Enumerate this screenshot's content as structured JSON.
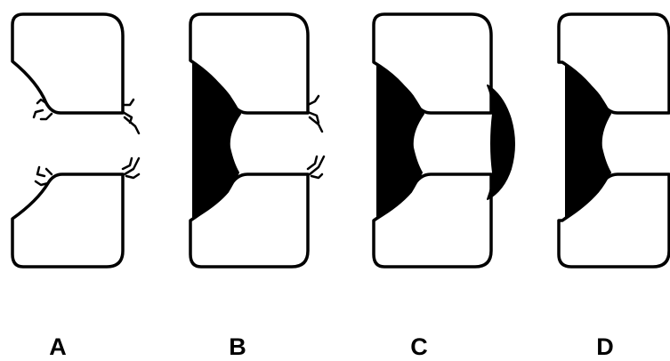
{
  "figure": {
    "panels": [
      {
        "id": "A",
        "label": "A",
        "stage": "osteophytes"
      },
      {
        "id": "B",
        "label": "B",
        "stage": "partial-bridging"
      },
      {
        "id": "C",
        "label": "C",
        "stage": "bilateral-bridging"
      },
      {
        "id": "D",
        "label": "D",
        "stage": "anterior-fusion"
      }
    ],
    "colors": {
      "ink": "#000000",
      "background": "#ffffff"
    }
  }
}
